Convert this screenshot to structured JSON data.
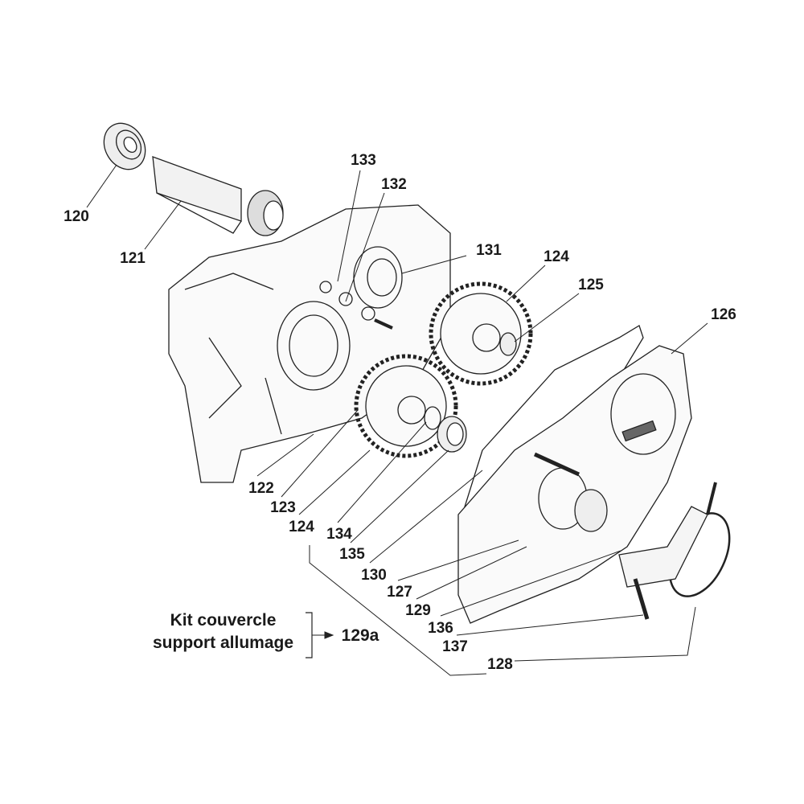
{
  "diagram": {
    "kit_note": {
      "line1": "Kit couvercle",
      "line2": "support allumage",
      "ref": "129a"
    },
    "labels": [
      "120",
      "121",
      "133",
      "132",
      "131",
      "124",
      "125",
      "126",
      "122",
      "123",
      "124",
      "134",
      "135",
      "130",
      "127",
      "129",
      "136",
      "137",
      "128"
    ]
  }
}
